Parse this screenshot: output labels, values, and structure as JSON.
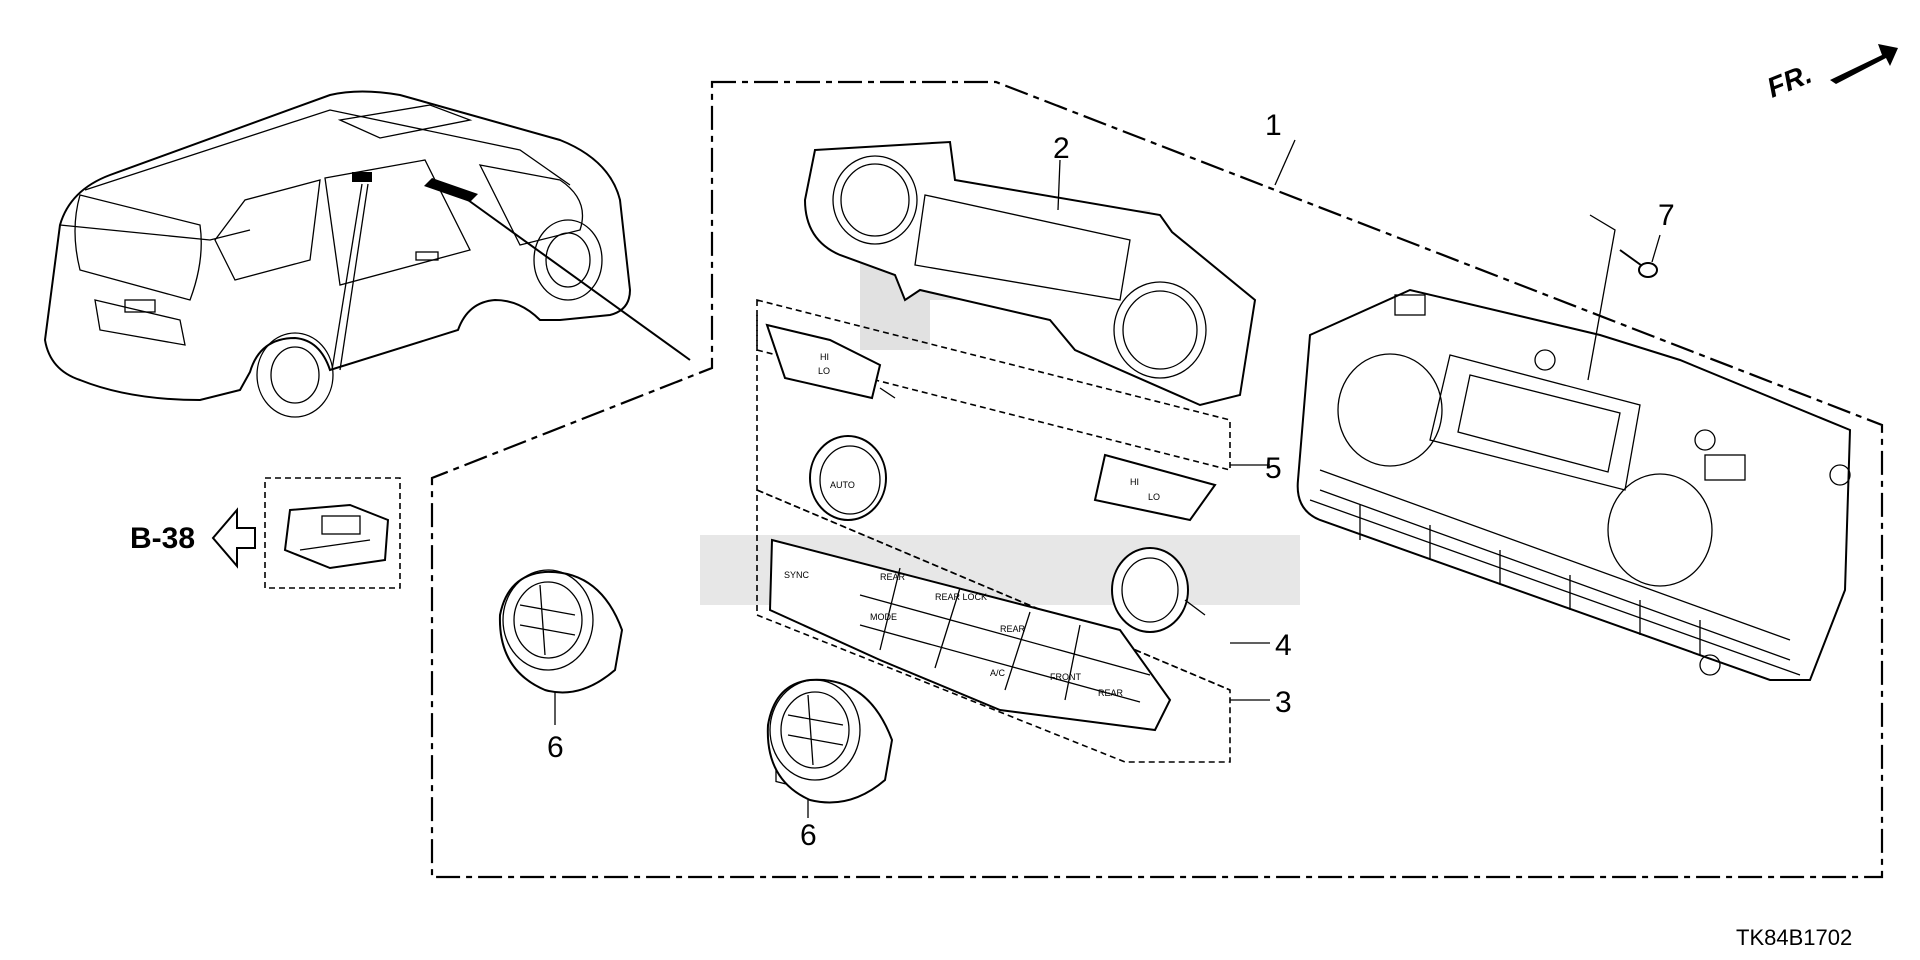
{
  "diagram": {
    "direction_label": "FR.",
    "reference": "B-38",
    "figure_code": "TK84B1702",
    "callouts": [
      "1",
      "2",
      "3",
      "4",
      "5",
      "6",
      "6",
      "7"
    ],
    "button_labels": {
      "auto": "AUTO",
      "sync": "SYNC",
      "rear": "REAR",
      "rear_lock": "REAR LOCK",
      "rear_tri": "REAR",
      "ac": "A/C",
      "front": "FRONT",
      "rear_defrost": "REAR",
      "mode": "MODE",
      "seat_hi": "HI",
      "seat_lo": "LO"
    }
  }
}
